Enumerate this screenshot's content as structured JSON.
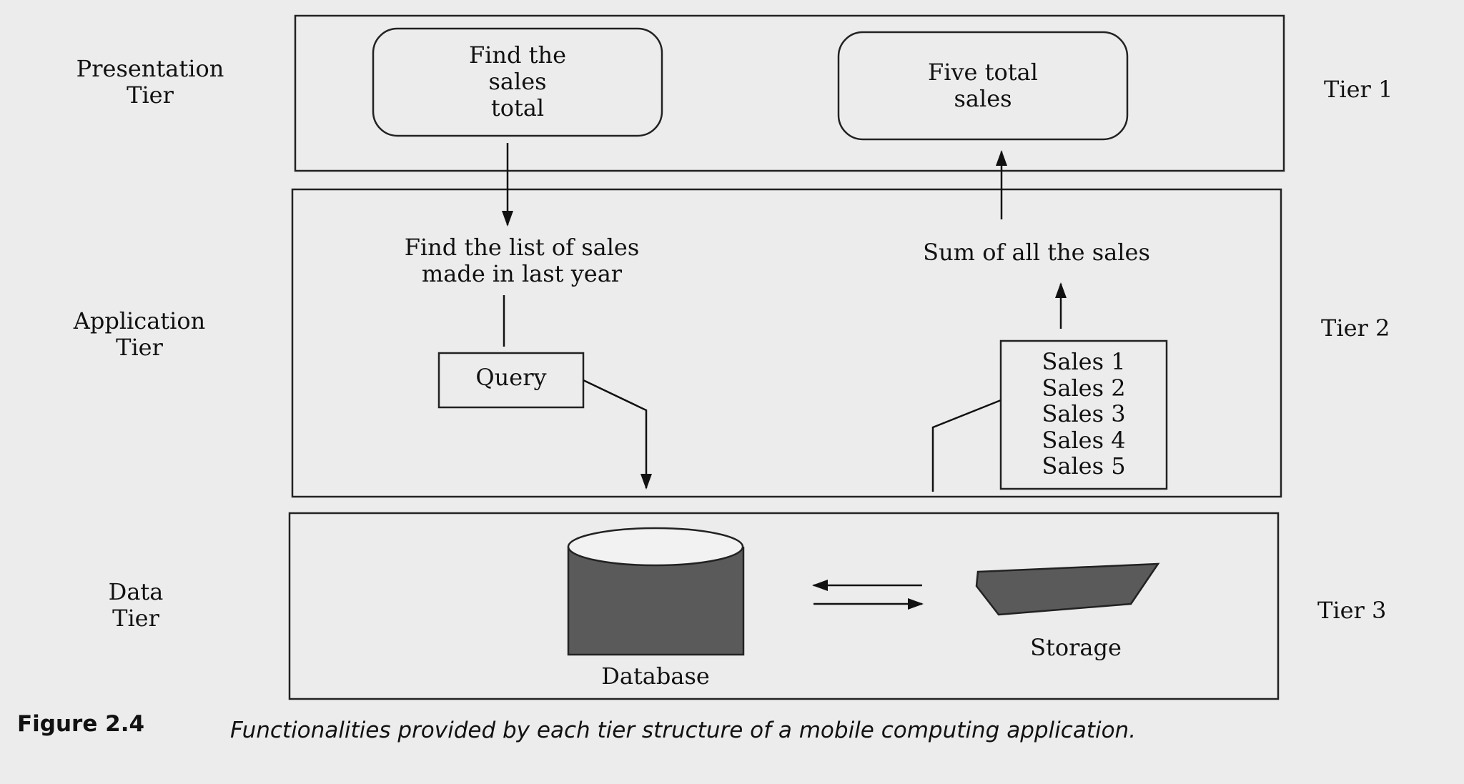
{
  "tiers": [
    {
      "name_line1": "Presentation",
      "name_line2": "Tier",
      "number_label": "Tier 1"
    },
    {
      "name_line1": "Application",
      "name_line2": "Tier",
      "number_label": "Tier 2"
    },
    {
      "name_line1": "Data",
      "name_line2": "Tier",
      "number_label": "Tier 3"
    }
  ],
  "presentation": {
    "request_box": [
      "Find the",
      "sales",
      "total"
    ],
    "result_box": [
      "Five total",
      "sales"
    ]
  },
  "application": {
    "find_list": [
      "Find the list of sales",
      "made in last year"
    ],
    "sum_label": "Sum of all the sales",
    "query_label": "Query",
    "sales_list": [
      "Sales 1",
      "Sales 2",
      "Sales 3",
      "Sales 4",
      "Sales 5"
    ]
  },
  "data": {
    "database_label": "Database",
    "storage_label": "Storage"
  },
  "caption": {
    "label": "Figure 2.4",
    "text": "Functionalities provided by each tier structure of a mobile computing application."
  }
}
